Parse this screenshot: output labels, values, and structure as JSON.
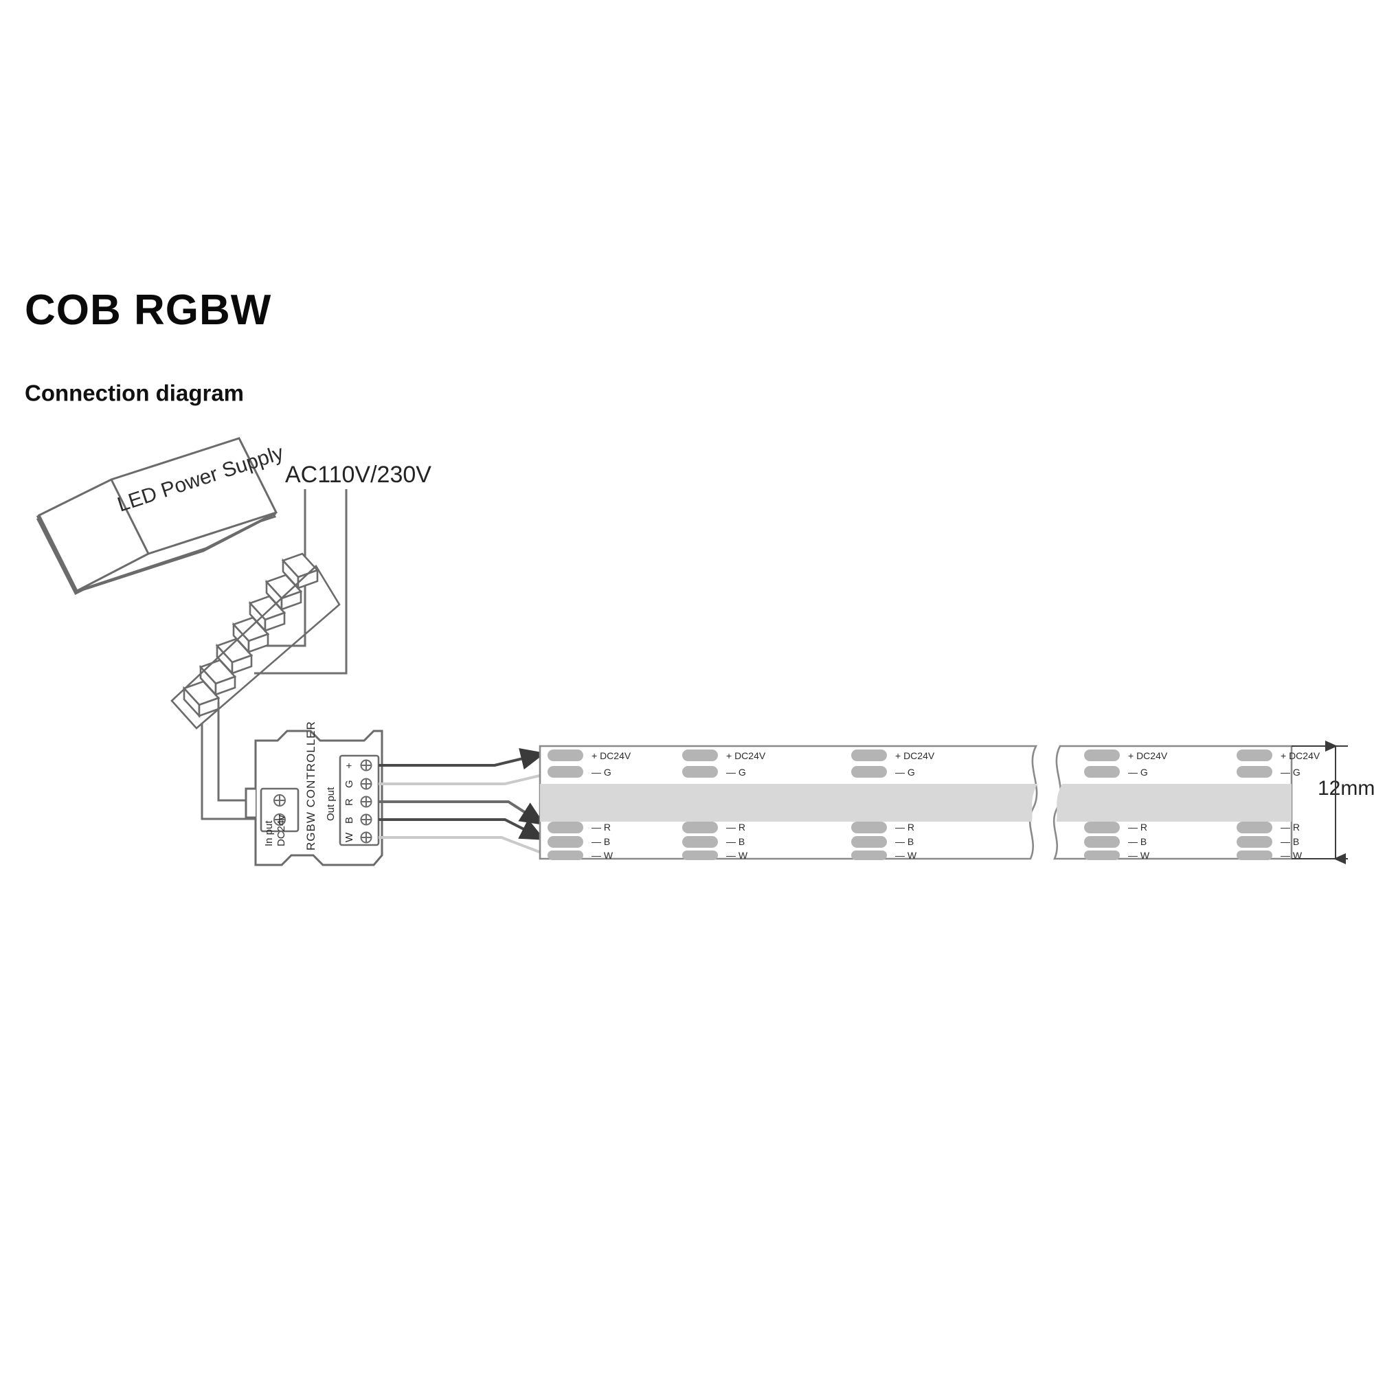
{
  "page": {
    "title": "COB RGBW",
    "subtitle": "Connection diagram",
    "background_color": "#ffffff",
    "line_color": "#6b6b6b",
    "text_color": "#232323"
  },
  "power_supply": {
    "label": "LED Power Supply",
    "terminal_count": 7,
    "name": "led-power-supply"
  },
  "mains": {
    "label": "AC110V/230V",
    "wire_count": 2
  },
  "controller": {
    "body_label": "RGBW  CONTROLLER",
    "input_label_line1": "In put",
    "input_label_line2": "DC24v",
    "output_label": "Out put",
    "output_terminal_labels": [
      "+",
      "G",
      "R",
      "B",
      "W"
    ],
    "output_terminal_stack_text": "W B R G +",
    "input_terminal_count": 2,
    "output_terminal_count": 5
  },
  "strip": {
    "dimension_label": "12mm",
    "top_pad_labels": [
      "+ DC24V",
      "— G"
    ],
    "bottom_pad_labels": [
      "— R",
      "— B",
      "— W"
    ],
    "segment_left_pad_groups": 3,
    "segment_right_pad_groups": 2,
    "pad_color": "#b4b4b4",
    "cob_band_color": "#d8d8d8",
    "border_color": "#8a8a8a"
  },
  "wires": {
    "ac_count": 2,
    "dc_count": 2,
    "output_count": 5,
    "dark_color": "#4a4a4a",
    "light_color": "#c8c8c8"
  }
}
